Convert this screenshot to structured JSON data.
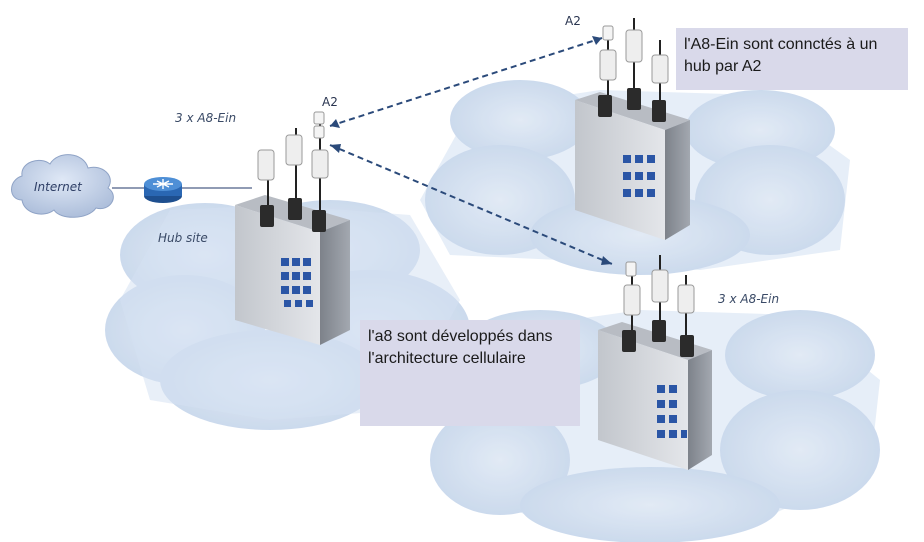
{
  "labels": {
    "internet": "Internet",
    "hub_site": "Hub site",
    "hub_group": "3 x A8-Ein",
    "hub_a2": "A2",
    "top_a2": "A2",
    "bottom_group": "3 x A8-Ein"
  },
  "callouts": {
    "top_right": "l'A8-Ein sont connctés à un hub par A2",
    "middle": "l'a8 sont développés dans l'architecture cellulaire"
  },
  "colors": {
    "coverage": "#c9d9ee",
    "building_front": "#c9ccd2",
    "building_side": "#8f949c",
    "window": "#2b56a6",
    "link": "#2b4a7a",
    "callout_bg": "#d9d9ea"
  }
}
